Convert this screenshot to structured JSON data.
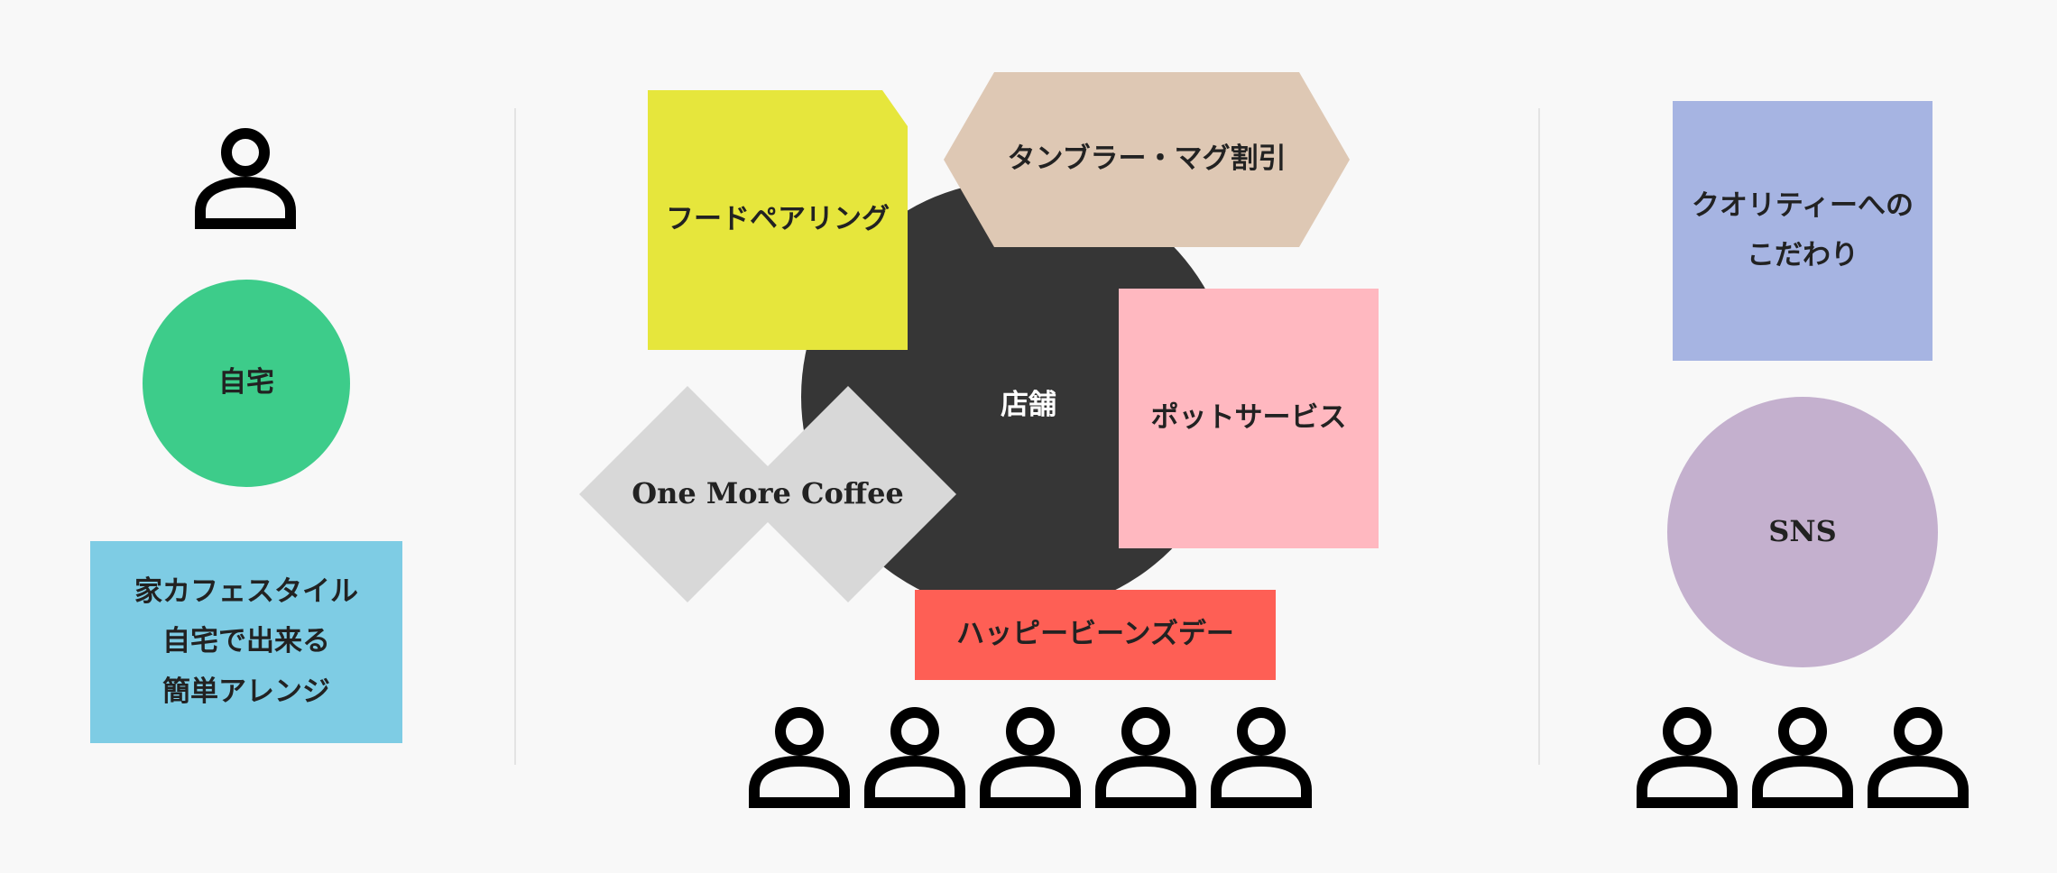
{
  "colors": {
    "background": "#f8f8f8",
    "home_circle": "#3dcc8a",
    "home_card": "#7ecce4",
    "store_circle": "#363636",
    "food_pairing": "#e6e63c",
    "tumbler": "#dec8b4",
    "one_more_coffee": "#d8d8d8",
    "pot_service": "#ffb8c0",
    "happy_beans": "#fe5f55",
    "quality": "#a6b4e2",
    "sns": "#c4b0ce",
    "person": "#000000"
  },
  "icons": {
    "person": "person-icon"
  },
  "home": {
    "person_count": 1,
    "circle_label": "自宅",
    "card_lines": [
      "家カフェスタイル",
      "自宅で出来る",
      "簡単アレンジ"
    ]
  },
  "store": {
    "circle_label": "店舗",
    "food_pairing": "フードペアリング",
    "tumbler_discount": "タンブラー・マグ割引",
    "one_more_coffee": "One More Coffee",
    "pot_service": "ポットサービス",
    "happy_beans_day": "ハッピービーンズデー",
    "person_count": 5
  },
  "online": {
    "quality_lines": [
      "クオリティーへの",
      "こだわり"
    ],
    "sns_label": "SNS",
    "person_count": 3
  }
}
